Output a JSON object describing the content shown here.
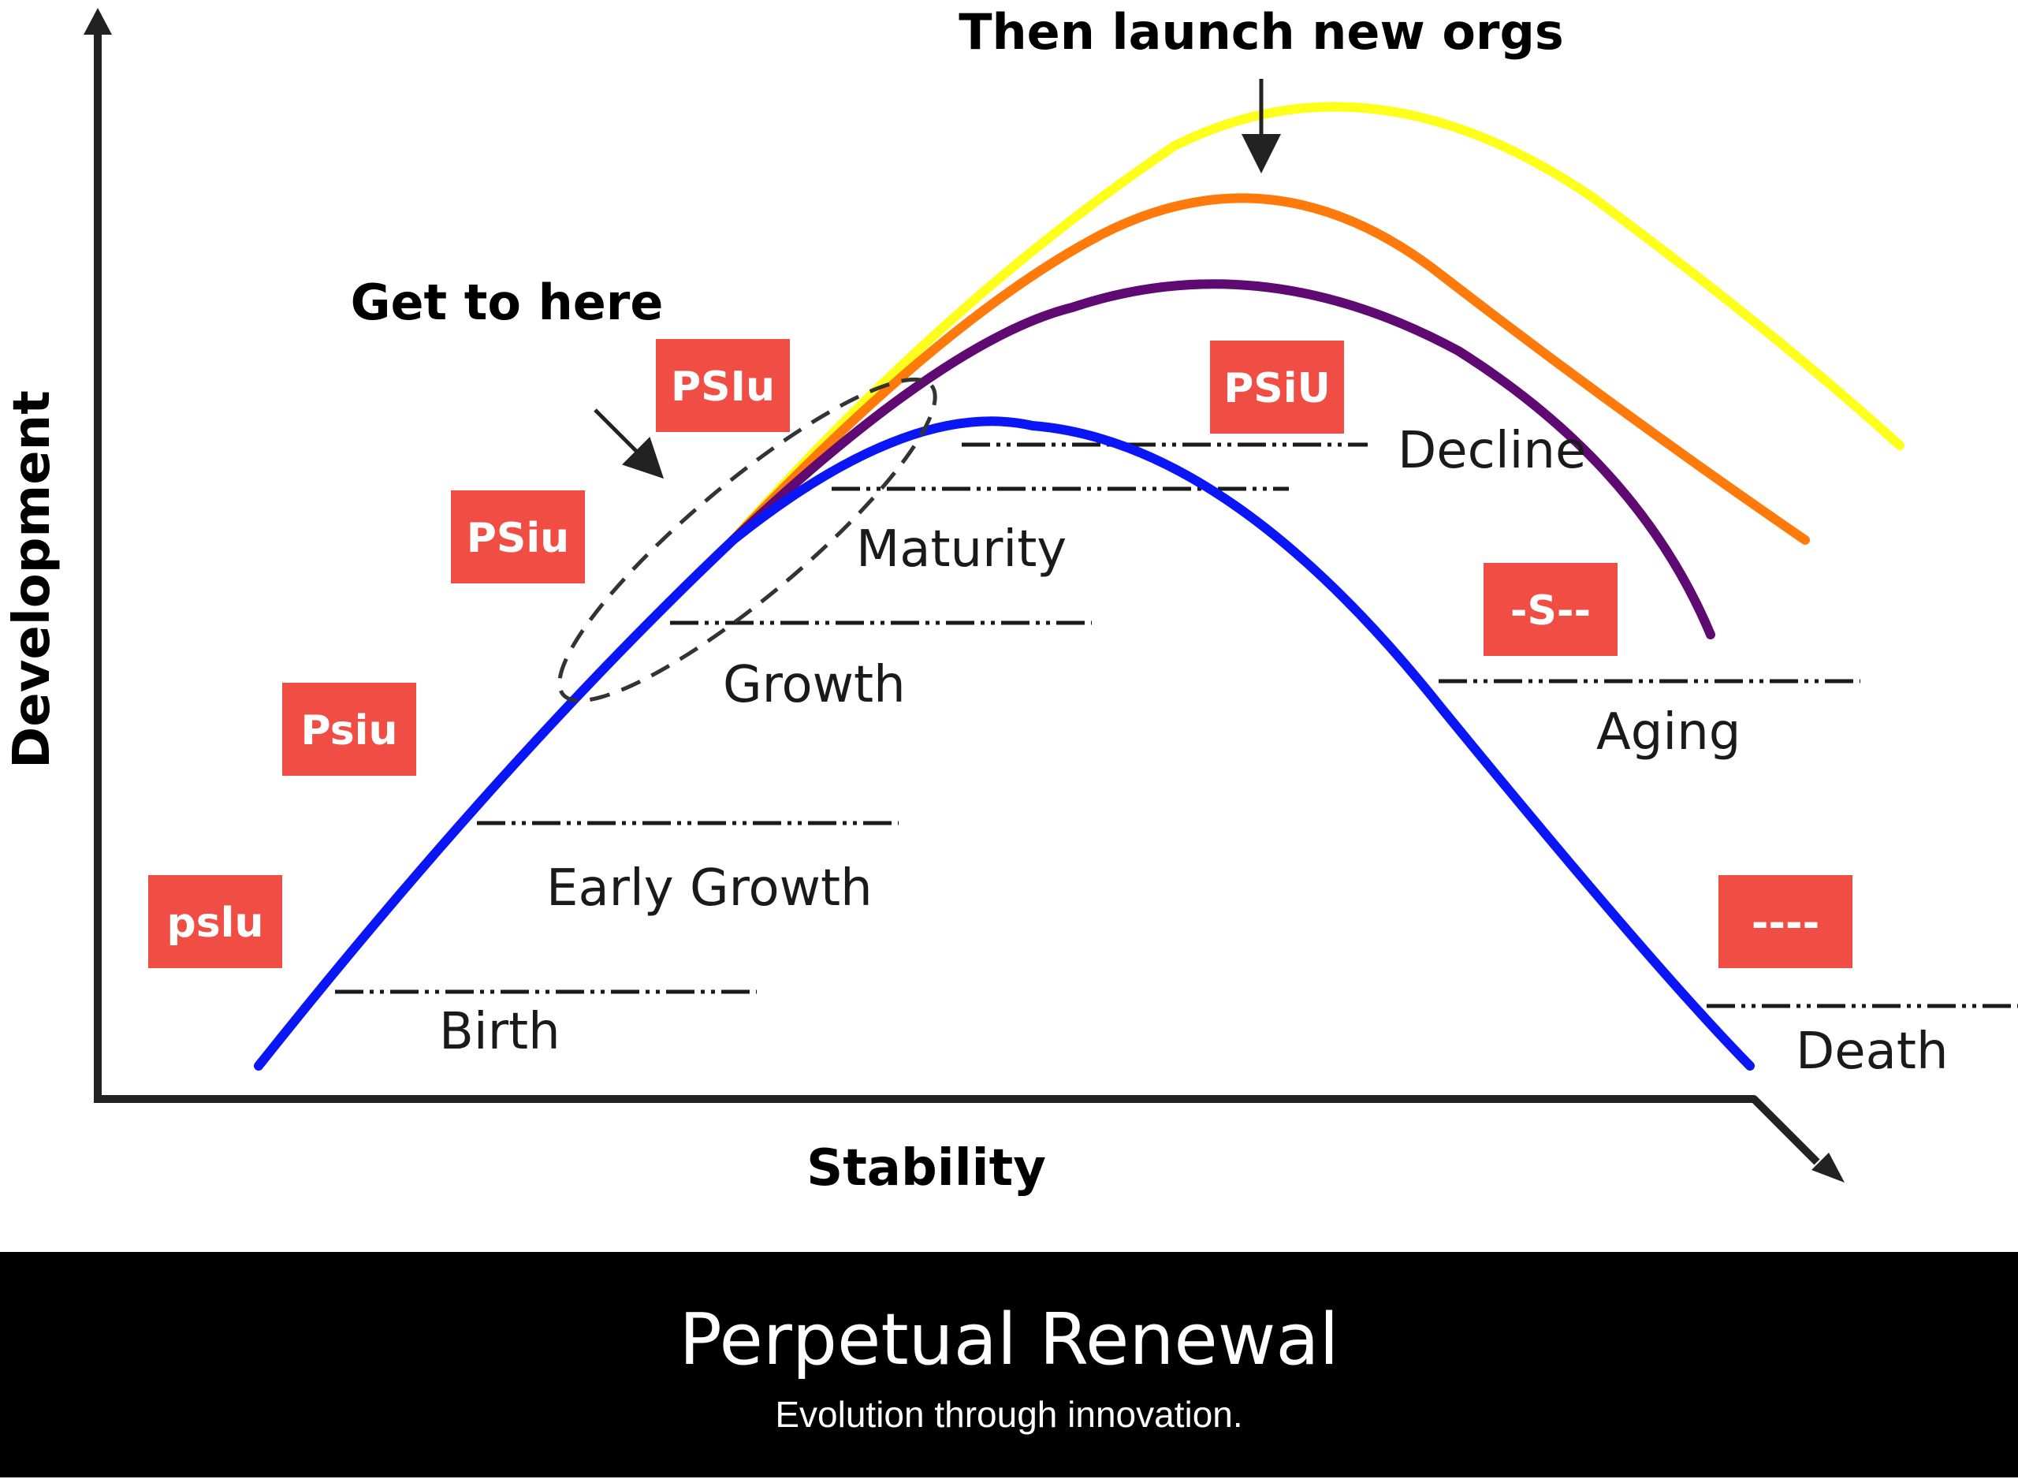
{
  "axes": {
    "y_label": "Development",
    "x_label": "Stability"
  },
  "annotations": {
    "then_launch": "Then launch new orgs",
    "get_to_here": "Get to here"
  },
  "stages": {
    "birth": "Birth",
    "early_growth": "Early Growth",
    "growth": "Growth",
    "maturity": "Maturity",
    "decline": "Decline",
    "aging": "Aging",
    "death": "Death"
  },
  "badges": {
    "birth": "pslu",
    "early_growth": "Psiu",
    "growth": "PSiu",
    "maturity": "PSIu",
    "decline": "PSiU",
    "aging": "-S--",
    "death": "----"
  },
  "footer": {
    "title": "Perpetual Renewal",
    "subtitle": "Evolution through innovation."
  },
  "colors": {
    "badge": "#f04e45",
    "curve_original": "#0a16f5",
    "curve_purple": "#5e0a72",
    "curve_orange": "#ff7a0a",
    "curve_yellow": "#ffff1c",
    "footer_bg": "#000000"
  }
}
